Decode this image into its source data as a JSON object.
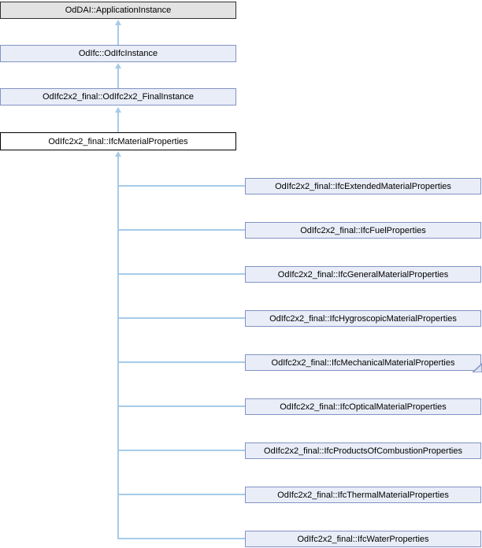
{
  "diagram": {
    "kind": "class-inheritance-graph",
    "colors": {
      "root_node_fill": "#e3e3e3",
      "root_node_border": "#303030",
      "linked_node_fill": "#e9edf7",
      "linked_node_border": "#8393c3",
      "current_node_fill": "#ffffff",
      "current_node_border": "#000000",
      "edge": "#a6cbe9",
      "text": "#000000"
    },
    "ancestors": [
      {
        "label": "OdDAI::ApplicationInstance"
      },
      {
        "label": "OdIfc::OdIfcInstance"
      },
      {
        "label": "OdIfc2x2_final::OdIfc2x2_FinalInstance"
      }
    ],
    "current": {
      "label": "OdIfc2x2_final::IfcMaterialProperties"
    },
    "derived": [
      {
        "label": "OdIfc2x2_final::IfcExtendedMaterialProperties",
        "has_more_derived": false
      },
      {
        "label": "OdIfc2x2_final::IfcFuelProperties",
        "has_more_derived": false
      },
      {
        "label": "OdIfc2x2_final::IfcGeneralMaterialProperties",
        "has_more_derived": false
      },
      {
        "label": "OdIfc2x2_final::IfcHygroscopicMaterialProperties",
        "has_more_derived": false
      },
      {
        "label": "OdIfc2x2_final::IfcMechanicalMaterialProperties",
        "has_more_derived": true
      },
      {
        "label": "OdIfc2x2_final::IfcOpticalMaterialProperties",
        "has_more_derived": false
      },
      {
        "label": "OdIfc2x2_final::IfcProductsOfCombustionProperties",
        "has_more_derived": false
      },
      {
        "label": "OdIfc2x2_final::IfcThermalMaterialProperties",
        "has_more_derived": false
      },
      {
        "label": "OdIfc2x2_final::IfcWaterProperties",
        "has_more_derived": false
      }
    ]
  }
}
